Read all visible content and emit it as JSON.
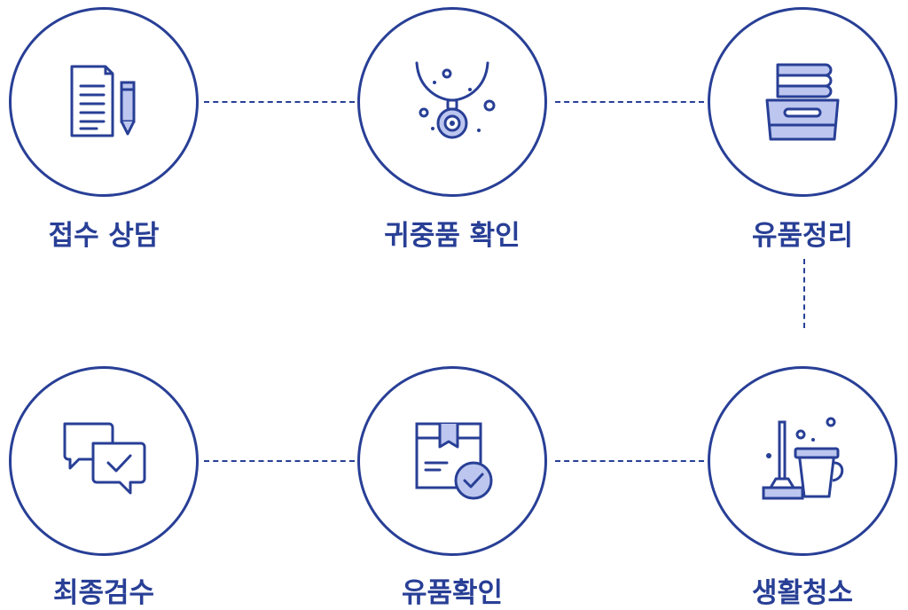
{
  "steps": [
    {
      "label": "접수 상담",
      "icon": "document-pencil-icon"
    },
    {
      "label": "귀중품 확인",
      "icon": "necklace-pendant-icon"
    },
    {
      "label": "유품정리",
      "icon": "folded-clothes-basket-icon"
    },
    {
      "label": "최종검수",
      "icon": "chat-check-icon"
    },
    {
      "label": "유품확인",
      "icon": "box-check-icon"
    },
    {
      "label": "생활청소",
      "icon": "mop-bucket-icon"
    }
  ],
  "colors": {
    "primary": "#283f96",
    "icon_fill": "#bcc6ef"
  }
}
